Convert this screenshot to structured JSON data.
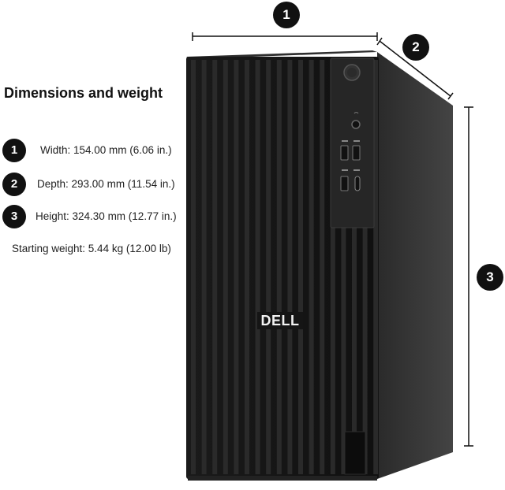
{
  "title": "Dimensions and weight",
  "specs": [
    {
      "num": "1",
      "text": "Width: 154.00 mm (6.06 in.)"
    },
    {
      "num": "2",
      "text": "Depth: 293.00 mm (11.54 in.)"
    },
    {
      "num": "3",
      "text": "Height: 324.30 mm (12.77 in.)"
    }
  ],
  "weight": "Starting weight: 5.44 kg (12.00 lb)",
  "callouts": {
    "width": "1",
    "depth": "2",
    "height": "3"
  },
  "logo_text": "DELL",
  "colors": {
    "chassis_front": "#151515",
    "chassis_side": "#3a3a3a",
    "badge": "#111111",
    "text": "#222222"
  },
  "icons": [
    "power-button-icon",
    "headphone-jack-icon",
    "usb-a-port-icon",
    "usb-c-port-icon"
  ]
}
